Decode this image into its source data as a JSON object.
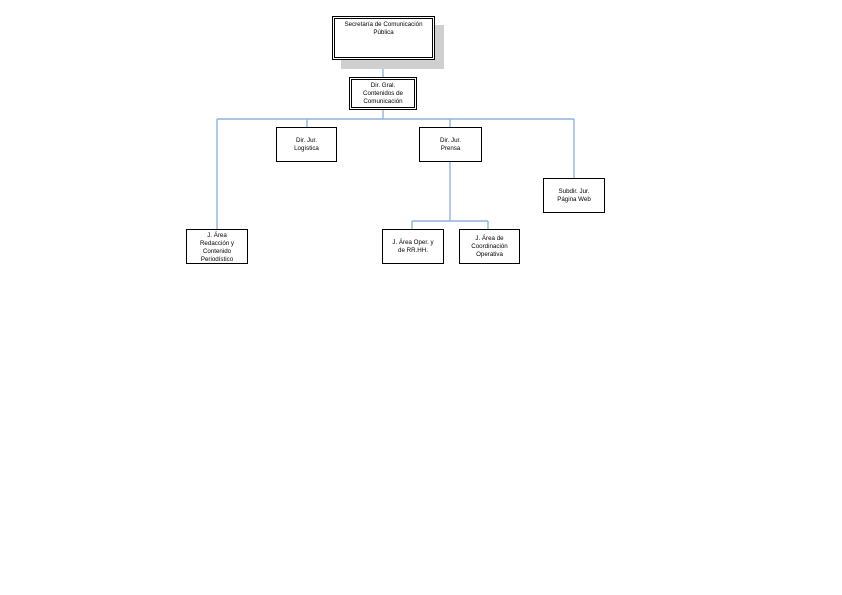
{
  "org_chart": {
    "line_color": "#8fb2dd",
    "nodes": {
      "secretaria": {
        "label": "Secretaría de Comunicación\nPública"
      },
      "dir_gral": {
        "label": "Dir. Gral.\nContenidos de\nComunicación"
      },
      "dir_jur_logistica": {
        "label": "Dir. Jur.\nLogística"
      },
      "dir_jur_prensa": {
        "label": "Dir. Jur.\nPrensa"
      },
      "subdir_pagina_web": {
        "label": "Subdir. Jur.\nPágina Web"
      },
      "j_area_redaccion": {
        "label": "J. Área\nRedacción y\nContenido\nPeriodístico"
      },
      "j_area_oper_rrhh": {
        "label": "J. Área Oper. y\nde RR.HH."
      },
      "j_area_coordinacion": {
        "label": "J. Área de\nCoordinación\nOperativa"
      }
    }
  }
}
